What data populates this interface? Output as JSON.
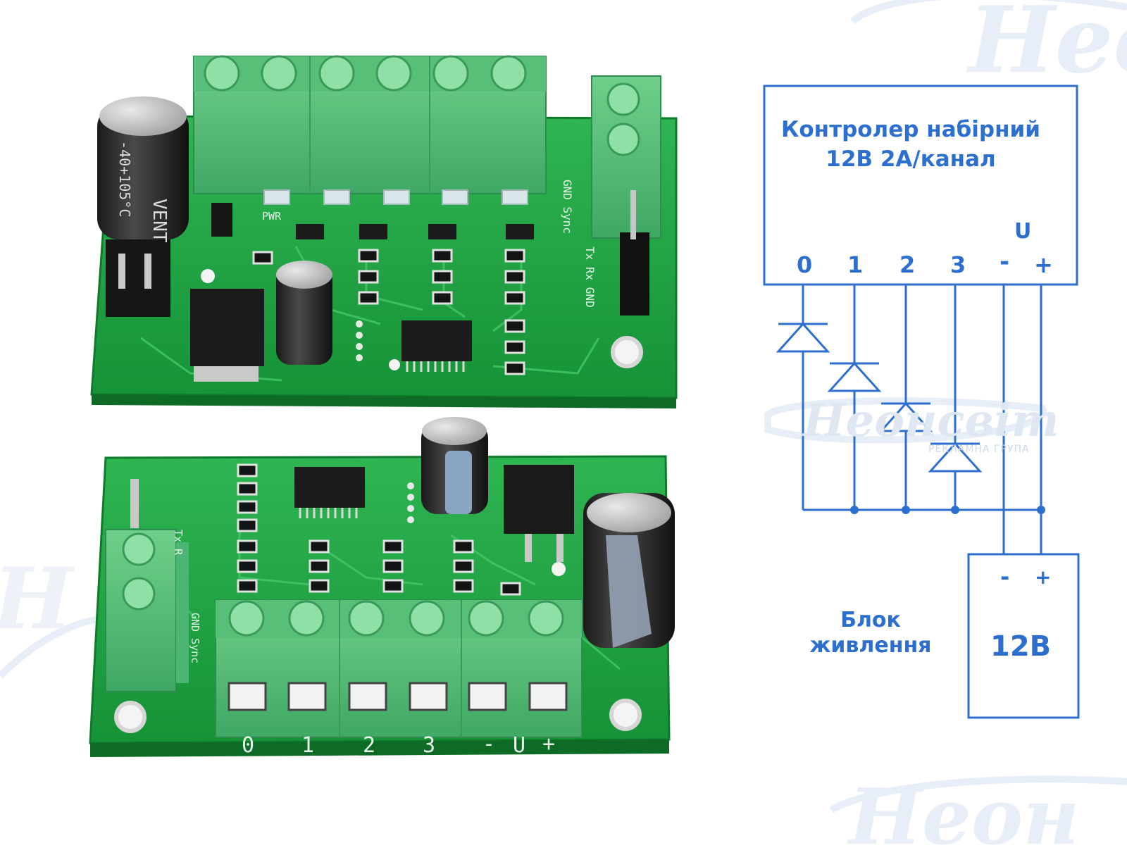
{
  "diagram": {
    "controller_title": [
      "Контролер набірний",
      "12В 2А/канал"
    ],
    "u_label": "U",
    "pins": [
      "0",
      "1",
      "2",
      "3",
      "-",
      "+"
    ],
    "psu_terminals": [
      "-",
      "+"
    ],
    "psu_label": [
      "Блок",
      "живлення"
    ],
    "psu_voltage": "12В",
    "line_color": "#2d6fcf"
  },
  "watermark": {
    "brand": "Неонсвіт",
    "brand_subtitle": "РЕКЛАМНА ГРУПА",
    "brand_fragment_top": "Нео",
    "brand_fragment_bottom": "Неон",
    "brand_fragment_left": "Н",
    "color": "#e7eef8"
  },
  "board_top": {
    "vent_text": "VENT",
    "temp_text": "-40+105°C",
    "pwr_text": "PWR",
    "sync_text": "GND Sync",
    "uart_text": "Tx Rx GND"
  },
  "board_bottom": {
    "terminal_labels": [
      "0",
      "1",
      "2",
      "3",
      "-",
      "U",
      "+"
    ],
    "tx_text": "Tx R",
    "sync_text": "GND Sync"
  }
}
